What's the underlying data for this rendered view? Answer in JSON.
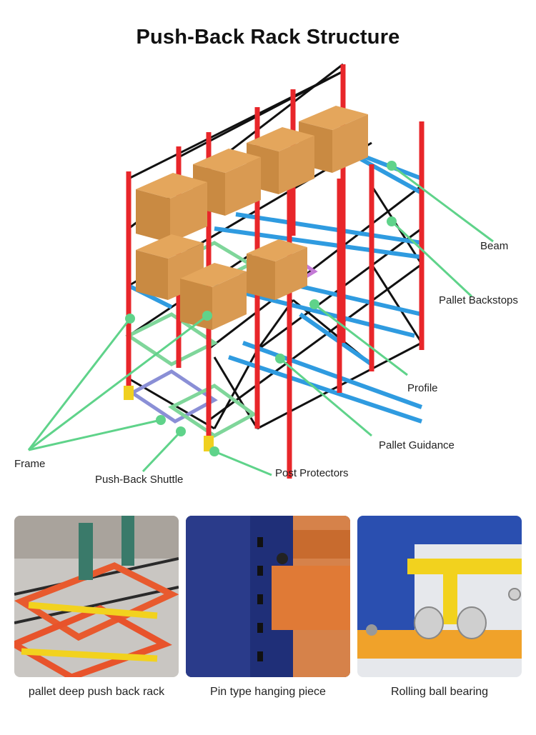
{
  "title": "Push-Back Rack Structure",
  "callouts": {
    "beam": "Beam",
    "pallet_backstops": "Pallet Backstops",
    "profile": "Profile",
    "pallet_guidance": "Pallet Guidance",
    "post_protectors": "Post Protectors",
    "push_back_shuttle": "Push-Back Shuttle",
    "frame": "Frame"
  },
  "photos": [
    {
      "caption": "pallet deep push back rack"
    },
    {
      "caption": "Pin type hanging piece"
    },
    {
      "caption": "Rolling ball bearing"
    }
  ],
  "colors": {
    "upright": "#e8262a",
    "box": "#d9954a",
    "rail": "#2f9be0",
    "callout": "#5fd38a"
  }
}
